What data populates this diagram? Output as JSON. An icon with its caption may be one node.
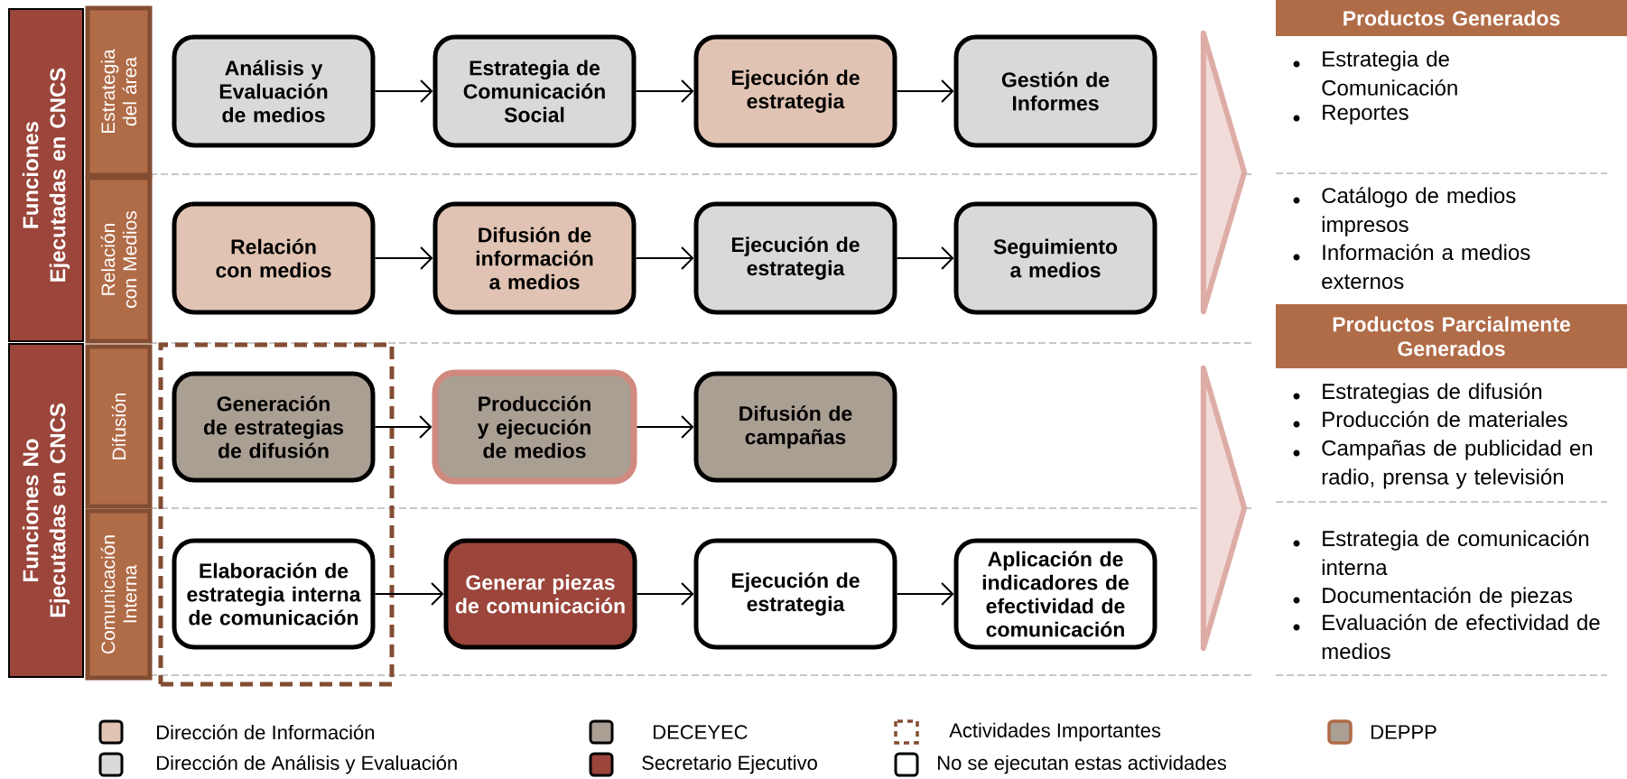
{
  "diagram": {
    "nodes": [
      {
        "text": [
          "Funciones Ejecutadas en CNCS"
        ]
      },
      {
        "text": [
          "Funciones No Ejecutadas en CNCS"
        ]
      },
      {
        "text": [
          "Estrategia del área"
        ]
      },
      {
        "text": [
          "Relación con Medios"
        ]
      },
      {
        "text": [
          "Difusión"
        ]
      },
      {
        "text": [
          "Comunicación Interna"
        ]
      },
      {
        "text": [],
        "shape": "box"
      },
      {
        "text": [
          "Análisis y Evaluación de medios"
        ]
      },
      {
        "text": [
          "Estrategia de Comunicación Social"
        ]
      },
      {
        "text": [
          "Ejecución de estrategia"
        ]
      },
      {
        "text": [
          "Gestión de Informes"
        ]
      },
      {
        "text": [
          "Relación con medios"
        ]
      },
      {
        "text": [
          "Difusión de información a medios"
        ]
      },
      {
        "text": [
          "Ejecución de estrategia"
        ]
      },
      {
        "text": [
          "Seguimiento a medios"
        ]
      },
      {
        "text": [
          "Generación de estrategias de difusión"
        ],
        "in": 6
      },
      {
        "text": [
          "Producción y ejecución de medios"
        ]
      },
      {
        "text": [
          "Difusión de campañas"
        ]
      },
      {
        "text": [
          "Elaboración de estrategia interna de comunicación"
        ],
        "in": 6
      },
      {
        "text": [
          "Generar piezas de comunicación"
        ]
      },
      {
        "text": [
          "Ejecución de estrategia"
        ]
      },
      {
        "text": [
          "Aplicación de indicadores de efectividad de comunicación"
        ]
      },
      {
        "text": [
          "Productos Generados"
        ]
      },
      {
        "text": [
          "Productos Parcialmente Generados"
        ]
      },
      {
        "text": [],
        "shape": "triangle"
      },
      {
        "text": [],
        "shape": "triangle"
      }
    ],
    "edges": [
      {
        "from": 7,
        "to": 8,
        "arrow": "to"
      },
      {
        "from": 8,
        "to": 9,
        "arrow": "to"
      },
      {
        "from": 9,
        "to": 10,
        "arrow": "to"
      },
      {
        "from": 11,
        "to": 12,
        "arrow": "to"
      },
      {
        "from": 12,
        "to": 13,
        "arrow": "to"
      },
      {
        "from": 13,
        "to": 14,
        "arrow": "to"
      },
      {
        "from": 15,
        "to": 16,
        "arrow": "to"
      },
      {
        "from": 16,
        "to": 17,
        "arrow": "to"
      },
      {
        "from": 18,
        "to": 19,
        "arrow": "to"
      },
      {
        "from": 19,
        "to": 20,
        "arrow": "to"
      },
      {
        "from": 20,
        "to": 21,
        "arrow": "to"
      }
    ],
    "labels": [
      "Estrategia de Comunicación",
      "Reportes",
      "Catálogo de medios impresos",
      "Información a medios externos",
      "Estrategias de difusión",
      "Producción de materiales",
      "Campañas de publicidad en radio, prensa y televisión",
      "Estrategia de comunicación interna",
      "Documentación de piezas",
      "Evaluación de efectividad de medios"
    ],
    "legend": [
      {
        "text": "Dirección de Información",
        "color": "#e0c3b2"
      },
      {
        "text": "DECEYEC",
        "color": "#aa9f93"
      },
      {
        "text": "Actividades Importantes"
      },
      {
        "text": "DEPPP"
      },
      {
        "text": "Dirección de Análisis y Evaluación",
        "color": "#d9d9d9"
      },
      {
        "text": "Secretario Ejecutivo",
        "color": "#9b453b"
      },
      {
        "text": "No se ejecutan estas actividades"
      }
    ]
  }
}
